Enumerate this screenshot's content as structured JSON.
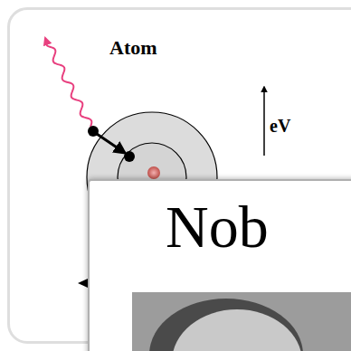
{
  "diagram": {
    "nodes": [
      {
        "text": [
          "Atom"
        ]
      },
      {
        "text": [
          "Nob"
        ]
      }
    ],
    "labels": [
      "eV"
    ]
  }
}
